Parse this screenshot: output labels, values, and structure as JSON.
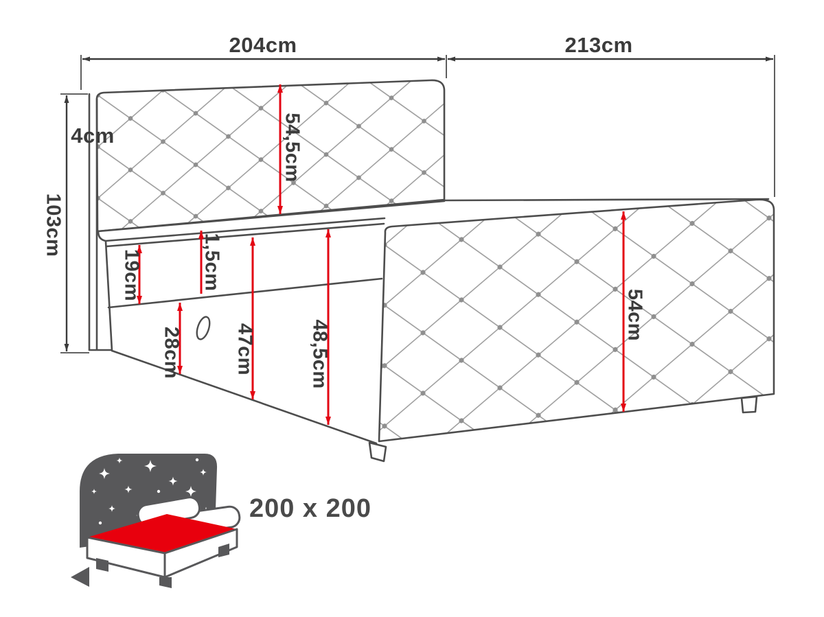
{
  "diagram": {
    "top_dimensions": {
      "left_width": "204cm",
      "right_width": "213cm"
    },
    "left_dimensions": {
      "headboard_thickness": "4cm",
      "total_height": "103cm"
    },
    "bed_dimensions": {
      "headboard_height": "54,5cm",
      "mattress_lip": "1,5cm",
      "mattress_height": "19cm",
      "storage_height": "28cm",
      "side_height": "47cm",
      "foot_height": "48,5cm",
      "footboard_height": "54cm"
    },
    "size_badge": "200 x 200",
    "colors": {
      "dimension_line": "#e30613",
      "drawing_outline": "#4d4d4d",
      "label_text": "#3b3b3b",
      "icon_dark": "#58585a",
      "icon_red": "#e8000d"
    }
  }
}
